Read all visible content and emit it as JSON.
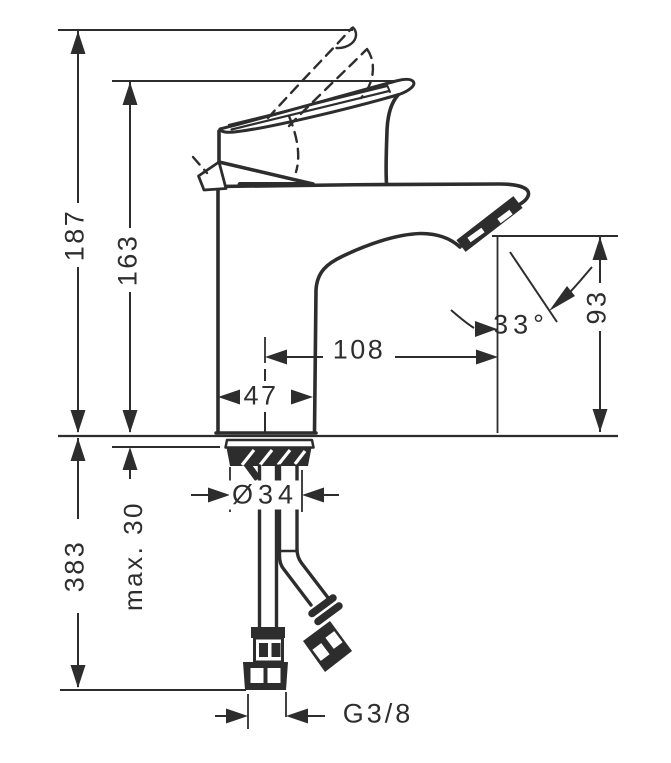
{
  "drawing": {
    "dimensions": {
      "total_height": "187",
      "spout_height": "163",
      "below_deck_length": "383",
      "max_deck_thickness": "max. 30",
      "outlet_height": "93",
      "spout_reach": "108",
      "body_width": "47",
      "shank_diameter": "Ø34",
      "spout_angle": "33°",
      "connection_thread": "G3/8"
    }
  }
}
